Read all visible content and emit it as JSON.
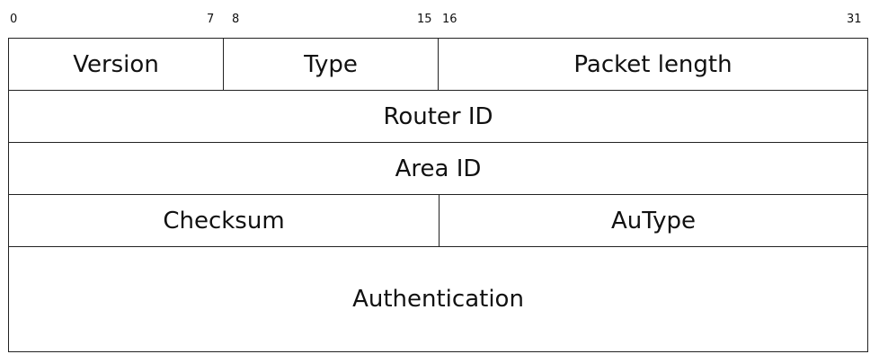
{
  "bit_labels": {
    "b0": "0",
    "b7": "7",
    "b8": "8",
    "b15": "15",
    "b16": "16",
    "b31": "31"
  },
  "header": {
    "row1": {
      "version": "Version",
      "type": "Type",
      "packet_length": "Packet length"
    },
    "row2": {
      "router_id": "Router ID"
    },
    "row3": {
      "area_id": "Area ID"
    },
    "row4": {
      "checksum": "Checksum",
      "autype": "AuType"
    },
    "row5": {
      "authentication": "Authentication"
    }
  }
}
